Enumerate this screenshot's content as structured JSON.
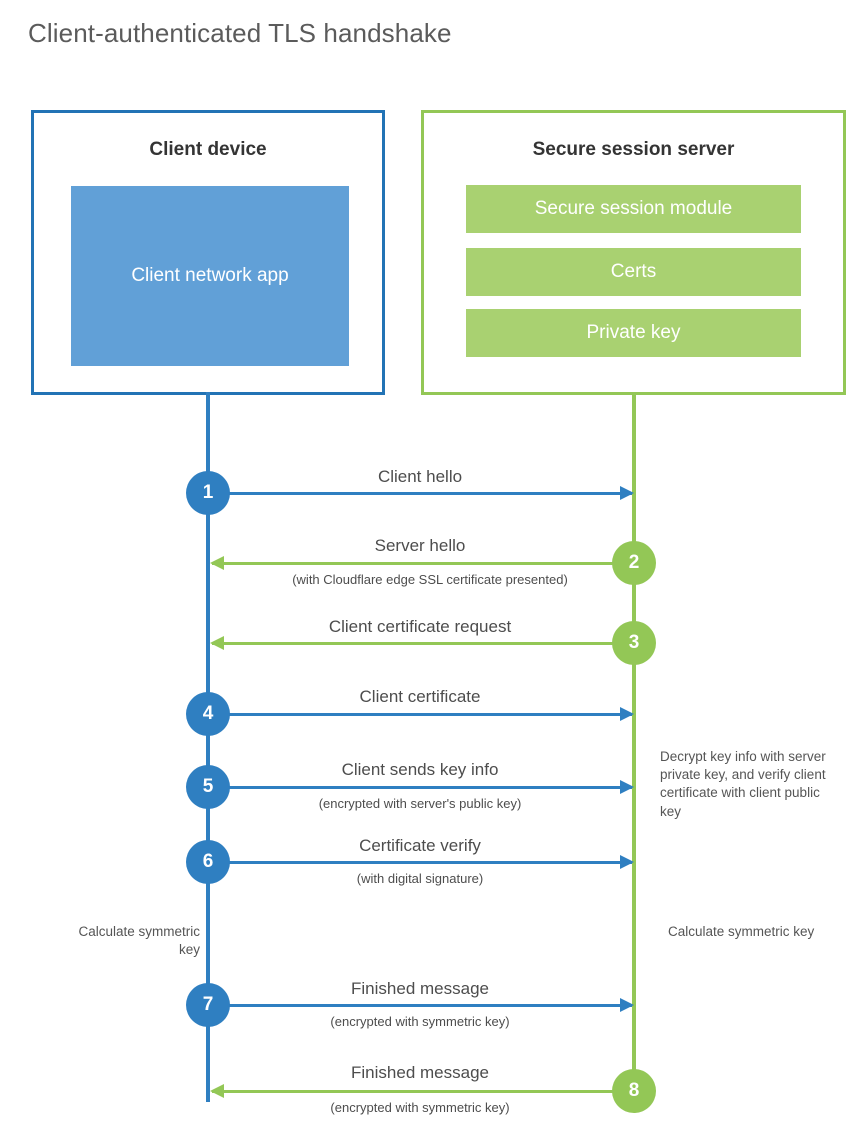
{
  "title": "Client-authenticated TLS handshake",
  "colors": {
    "client_blue": "#2273b5",
    "client_app_fill": "#61a0d7",
    "server_green": "#93c756",
    "server_bar_fill": "#a9d171",
    "arrow_blue": "#2f7fc1",
    "arrow_green": "#93c756",
    "text_gray": "#4d4d4d"
  },
  "client": {
    "title": "Client device",
    "app_label": "Client network app"
  },
  "server": {
    "title": "Secure session server",
    "components": [
      "Secure session module",
      "Certs",
      "Private key"
    ]
  },
  "steps": [
    {
      "number": "1",
      "label": "Client hello",
      "sublabel": "",
      "direction": "client-to-server",
      "color": "blue"
    },
    {
      "number": "2",
      "label": "Server hello",
      "sublabel": "(with Cloudflare edge SSL certificate presented)",
      "direction": "server-to-client",
      "color": "green"
    },
    {
      "number": "3",
      "label": "Client certificate request",
      "sublabel": "",
      "direction": "server-to-client",
      "color": "green"
    },
    {
      "number": "4",
      "label": "Client certificate",
      "sublabel": "",
      "direction": "client-to-server",
      "color": "blue"
    },
    {
      "number": "5",
      "label": "Client sends key info",
      "sublabel": "(encrypted with server's public key)",
      "direction": "client-to-server",
      "color": "blue"
    },
    {
      "number": "6",
      "label": "Certificate verify",
      "sublabel": "(with digital signature)",
      "direction": "client-to-server",
      "color": "blue"
    },
    {
      "number": "7",
      "label": "Finished message",
      "sublabel": "(encrypted with symmetric key)",
      "direction": "client-to-server",
      "color": "blue"
    },
    {
      "number": "8",
      "label": "Finished message",
      "sublabel": "(encrypted with symmetric key)",
      "direction": "server-to-client",
      "color": "green"
    }
  ],
  "notes": {
    "decrypt": "Decrypt key info with server private key, and verify client certificate with client public key",
    "calculate_client": "Calculate symmetric key",
    "calculate_server": "Calculate symmetric key"
  }
}
